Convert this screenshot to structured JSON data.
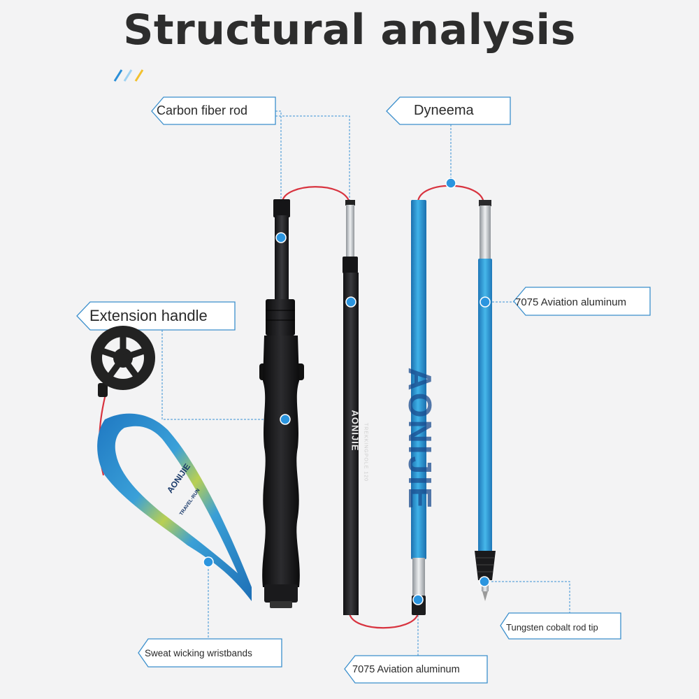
{
  "title": "Structural analysis",
  "labels": {
    "carbon_fiber_rod": "Carbon fiber rod",
    "dyneema": "Dyneema",
    "extension_handle": "Extension handle",
    "aviation_aluminum_top": "7075 Aviation aluminum",
    "tungsten_tip": "Tungsten cobalt rod tip",
    "sweat_wristbands": "Sweat wicking wristbands",
    "aviation_aluminum_bottom": "7075 Aviation aluminum"
  },
  "product_text": {
    "strap_brand": "AONIJIE",
    "strap_sub": "TRAVEL·RUN",
    "pole_brand": "AONIJIE",
    "pole_model": "TREKKINGPOLE 120",
    "blue_pole_brand": "AONIJIE"
  },
  "colors": {
    "callout_line": "#2a8fd6",
    "marker": "#2b95df",
    "carbon": "#1c1c1e",
    "blue_pole": "#2a9bd6",
    "cord": "#d8333f",
    "strap": "#2e86c9",
    "strap_highlight": "#c8d34a",
    "title": "#2d2d2d"
  },
  "icons": [
    "title-accent-icon",
    "basket-icon",
    "marker-dot-icon"
  ]
}
